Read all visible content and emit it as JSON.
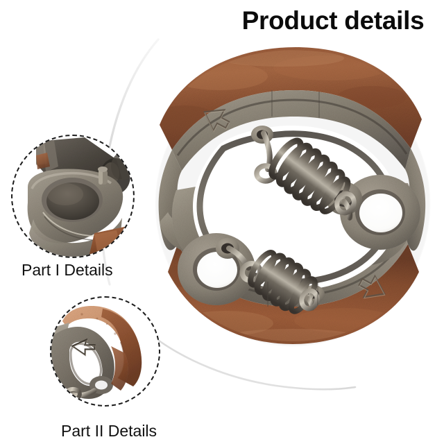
{
  "header": {
    "title": "Product details"
  },
  "product": {
    "name": "centrifugal-clutch-assembly",
    "description": "Two-shoe centrifugal clutch with rusted friction shoes, two coil tension springs and three mounting holes",
    "colors": {
      "rust": "#9a5a3b",
      "rust_light": "#c08a63",
      "metal": "#8c867a",
      "metal_dark": "#55504a",
      "metal_light": "#b6b0a4",
      "spring": "#534c45",
      "background": "#ffffff"
    },
    "features": {
      "shoe_count": 2,
      "spring_count": 2,
      "hole_count": 3,
      "arrow_marks": 2
    }
  },
  "details": [
    {
      "id": "part-1",
      "caption": "Part I Details",
      "subject": "mounting-boss-and-pivot-hole",
      "shape": "circle",
      "border_style": "dashed"
    },
    {
      "id": "part-2",
      "caption": "Part II Details",
      "subject": "friction-shoe-edge-and-arrow-mark",
      "shape": "circle",
      "border_style": "dashed"
    }
  ],
  "connectors": {
    "color": "#e2e2e2",
    "count": 2
  }
}
